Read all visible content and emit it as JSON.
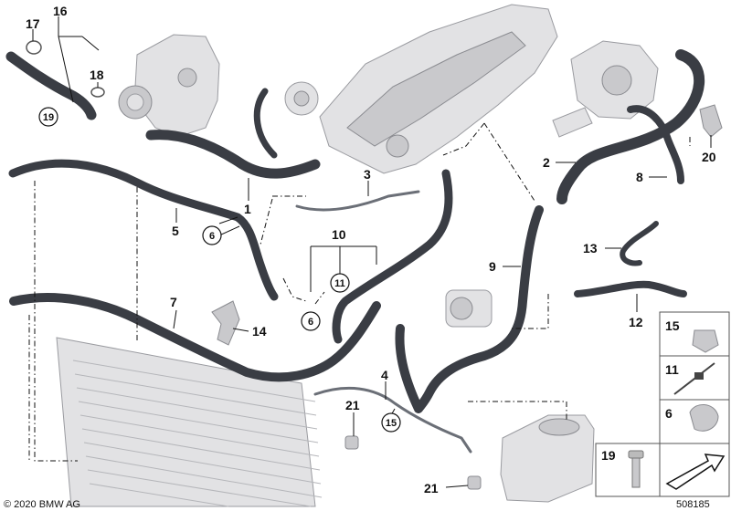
{
  "labels": {
    "l1": "1",
    "l2": "2",
    "l3": "3",
    "l4": "4",
    "l5": "5",
    "l7": "7",
    "l8": "8",
    "l9": "9",
    "l10": "10",
    "l12": "12",
    "l13": "13",
    "l14": "14",
    "l16": "16",
    "l17": "17",
    "l18": "18",
    "l20": "20",
    "l21a": "21",
    "l21b": "21"
  },
  "circled": {
    "c19": "19",
    "c6a": "6",
    "c6b": "6",
    "c11": "11",
    "c15": "15"
  },
  "legend": {
    "i15": "15",
    "i11": "11",
    "i6": "6",
    "i19": "19"
  },
  "footer": {
    "copyright": "© 2020 BMW AG",
    "diagram_id": "508185"
  },
  "colors": {
    "hose": "#3a3d44",
    "part": "#e2e2e4"
  }
}
